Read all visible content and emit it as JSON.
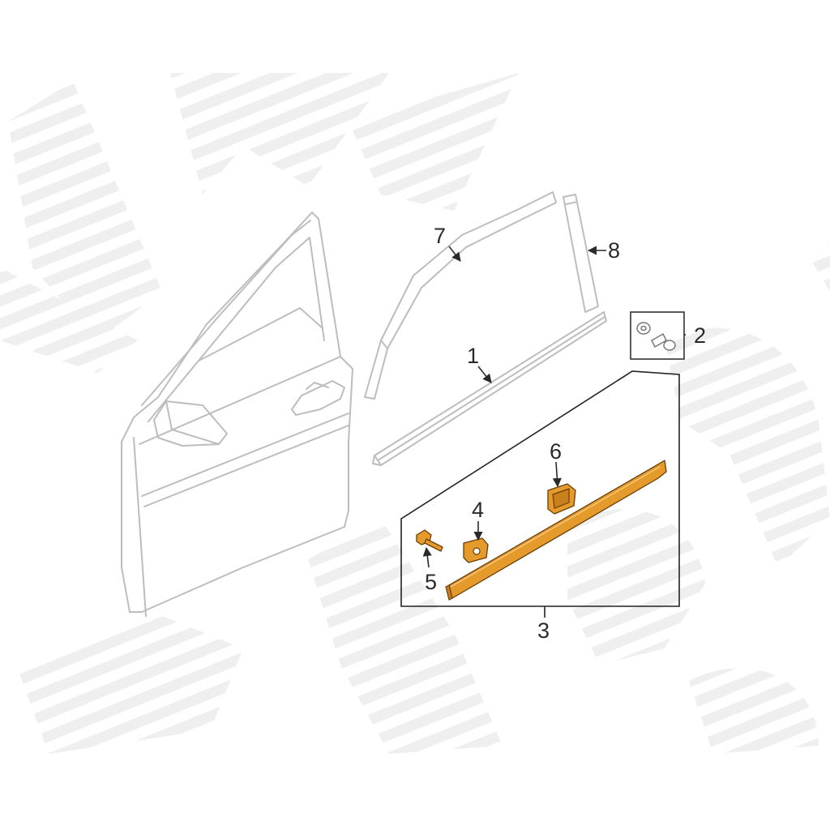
{
  "diagram": {
    "callouts": {
      "c1": "1",
      "c2": "2",
      "c3": "3",
      "c4": "4",
      "c5": "5",
      "c6": "6",
      "c7": "7",
      "c8": "8"
    },
    "colors": {
      "highlight": "#e59a2c",
      "outline": "#bdbdbd",
      "watermark": "#f0f0f0"
    }
  }
}
